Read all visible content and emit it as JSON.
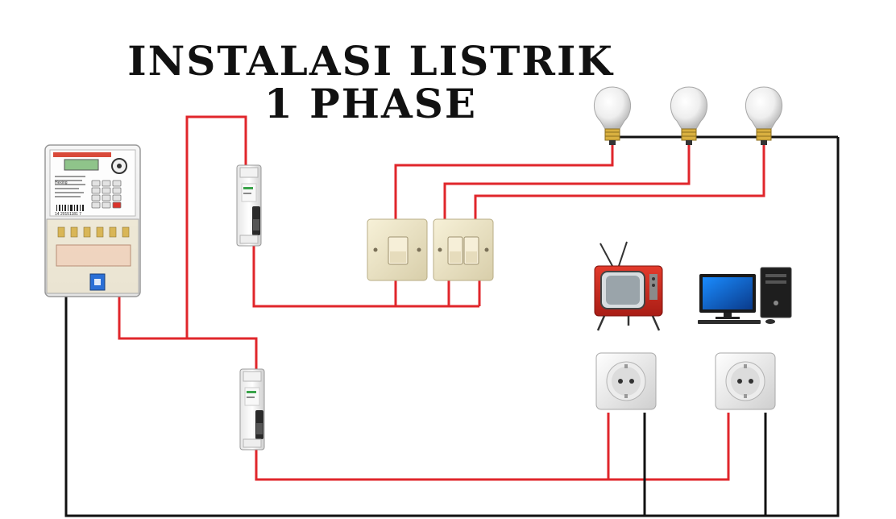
{
  "title": {
    "line1": "INSTALASI LISTRIK",
    "line2": "1 PHASE"
  },
  "meter": {
    "brand": "Hexing",
    "serial": "14 20151181 7"
  },
  "colors": {
    "phase_wire": "#e0262b",
    "neutral_wire": "#111111",
    "background": "#ffffff"
  },
  "components": [
    "kwh-meter",
    "mcb-lighting",
    "mcb-sockets",
    "single-switch",
    "double-switch",
    "light-bulb",
    "light-bulb",
    "light-bulb",
    "television",
    "computer",
    "wall-socket",
    "wall-socket"
  ]
}
